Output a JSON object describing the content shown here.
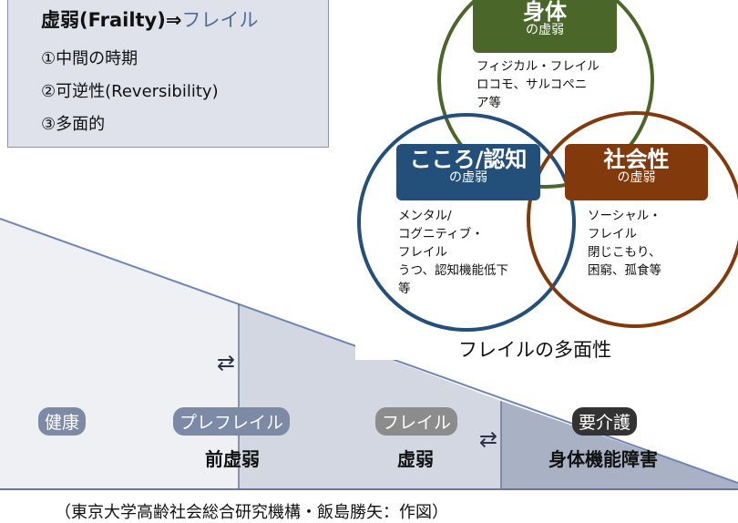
{
  "definition_box": {
    "title_main": "虚弱(Frailty)⇒",
    "title_accent": "フレイル",
    "points": [
      "①中間の時期",
      "②可逆性(Reversibility)",
      "③多面的"
    ]
  },
  "venn": {
    "caption": "フレイルの多面性",
    "physical": {
      "title": "身体",
      "subtitle": "の虚弱",
      "lines": [
        "フィジカル・フレイル",
        "ロコモ、サルコペニ",
        "ア等"
      ],
      "color": "#4a6628"
    },
    "mental": {
      "title": "こころ/認知",
      "subtitle": "の虚弱",
      "lines": [
        "メンタル/",
        "コグニティブ・",
        "フレイル",
        "うつ、認知機能低下",
        "等"
      ],
      "color": "#22507a"
    },
    "social": {
      "title": "社会性",
      "subtitle": "の虚弱",
      "lines": [
        "ソーシャル・",
        "フレイル",
        "閉じこもり、",
        "困窮、孤食等"
      ],
      "color": "#82390c"
    }
  },
  "stages": [
    {
      "pill": "健康",
      "label": "",
      "color": "#7d8aa6"
    },
    {
      "pill": "プレフレイル",
      "label": "前虚弱",
      "color": "#7d8aa6"
    },
    {
      "pill": "フレイル",
      "label": "虚弱",
      "color": "#8c8c8c"
    },
    {
      "pill": "要介護",
      "label": "身体機能障害",
      "color": "#333333"
    }
  ],
  "arrows": [
    "⇄",
    "⇄"
  ],
  "source": "（東京大学高齢社会総合研究機構・飯島勝矢：作図）"
}
